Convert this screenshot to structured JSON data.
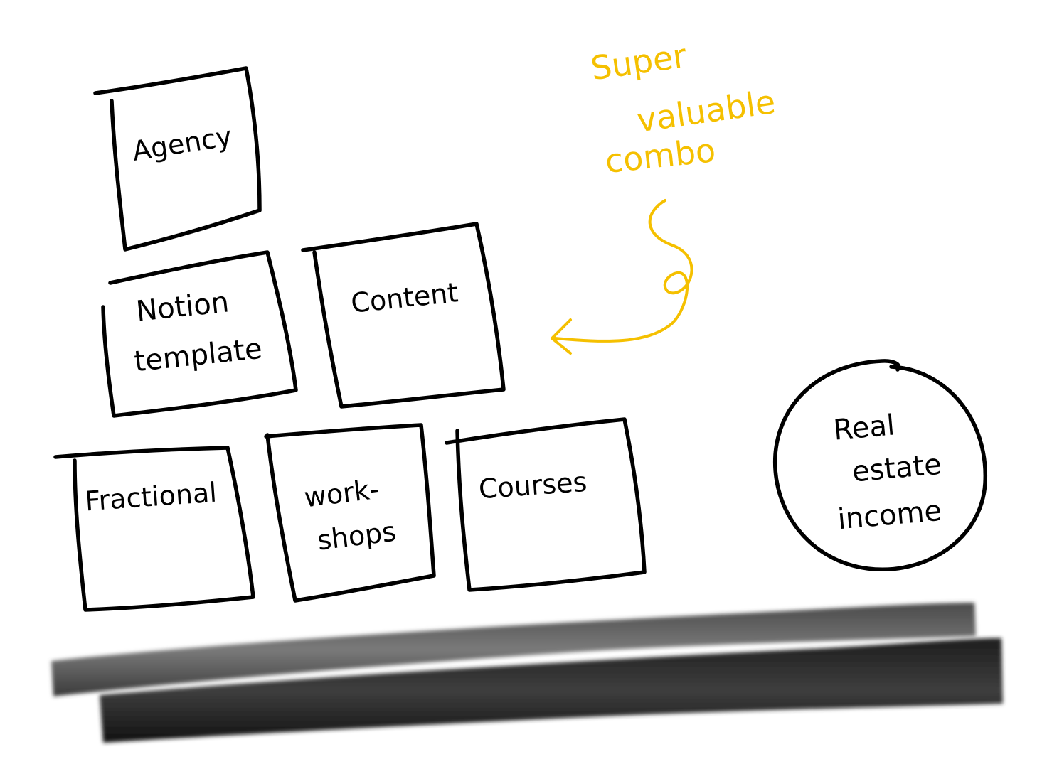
{
  "diagram": {
    "blocks": [
      {
        "id": "agency",
        "lines": [
          "Agency"
        ]
      },
      {
        "id": "notion-template",
        "lines": [
          "Notion",
          "template"
        ]
      },
      {
        "id": "content",
        "lines": [
          "Content"
        ]
      },
      {
        "id": "fractional",
        "lines": [
          "Fractional"
        ]
      },
      {
        "id": "workshops",
        "lines": [
          "work-",
          "shops"
        ]
      },
      {
        "id": "courses",
        "lines": [
          "Courses"
        ]
      }
    ],
    "circle": {
      "lines": [
        "Real",
        "estate",
        "income"
      ]
    },
    "annotation": {
      "lines": [
        "Super",
        "valuable",
        "combo"
      ],
      "color": "#f5c000"
    },
    "colors": {
      "ink": "#000000",
      "accent": "#f5c000",
      "base": "#2a2a2a"
    }
  }
}
